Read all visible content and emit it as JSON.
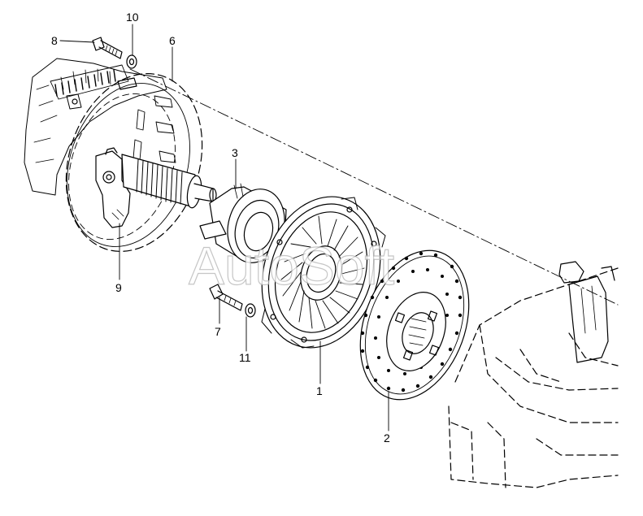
{
  "watermark": "AutoSoft",
  "callouts": {
    "c1": "1",
    "c2": "2",
    "c3": "3",
    "c6": "6",
    "c7": "7",
    "c8": "8",
    "c9": "9",
    "c10": "10",
    "c11": "11"
  },
  "colors": {
    "line": "#000000",
    "background": "#ffffff",
    "watermark_outline": "#b8b8b8"
  }
}
